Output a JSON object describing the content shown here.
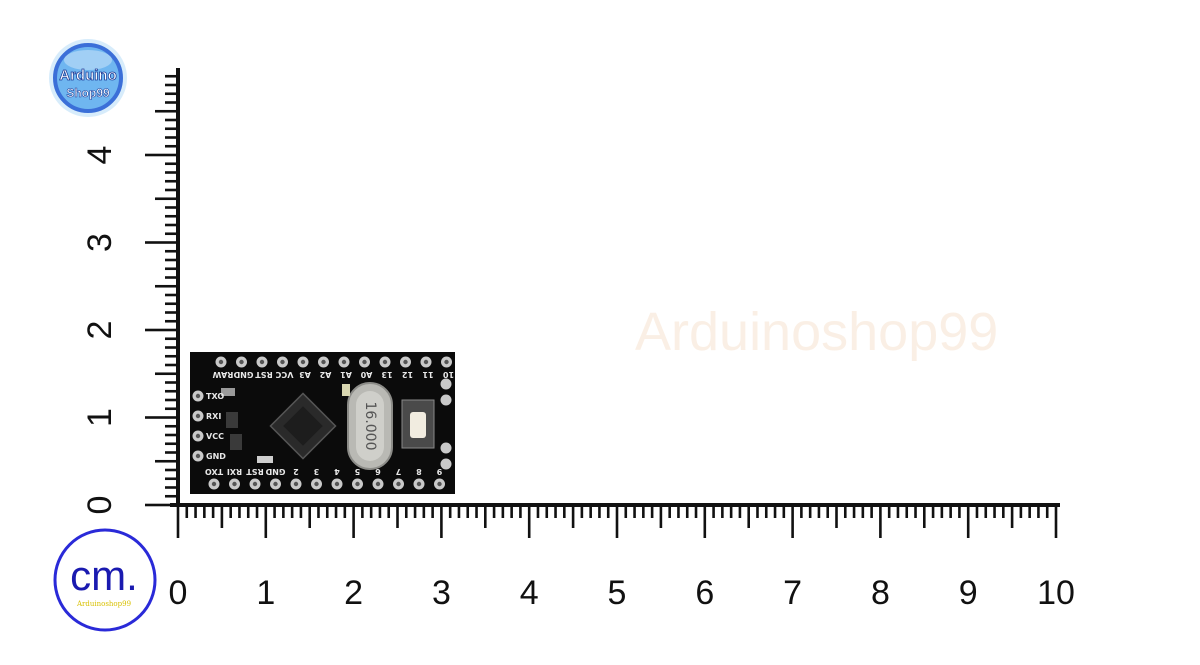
{
  "logo": {
    "line1": "Arduino",
    "line2": "Shop99",
    "colors": {
      "ring": "#3b6fd8",
      "fill": "#6fb6f0",
      "text": "#ffffff"
    }
  },
  "watermark": "Arduinoshop99",
  "unit_badge": {
    "text": "cm.",
    "subtext": "Arduinoshop99",
    "colors": {
      "ring": "#2a2ad8",
      "text": "#1a1ab0",
      "subtext": "#d8c000"
    }
  },
  "x_ruler": {
    "labels": [
      "0",
      "1",
      "2",
      "3",
      "4",
      "5",
      "6",
      "7",
      "8",
      "9",
      "10"
    ]
  },
  "y_ruler": {
    "labels": [
      "0",
      "1",
      "2",
      "3",
      "4"
    ]
  },
  "board": {
    "crystal_label": "16.000",
    "top_pins": [
      "RAW",
      "GND",
      "RST",
      "VCC",
      "A3",
      "A2",
      "A1",
      "A0",
      "13",
      "12",
      "11",
      "10"
    ],
    "bottom_pins": [
      "TXO",
      "RXI",
      "RST",
      "GND",
      "2",
      "3",
      "4",
      "5",
      "6",
      "7",
      "8",
      "9"
    ],
    "left_pins": [
      "TXO",
      "RXI",
      "VCC",
      "GND"
    ],
    "colors": {
      "pcb": "#0b0b0b",
      "pad": "#c9c9c9",
      "chip": "#2a2a2a",
      "crystal": "#b9b9b4",
      "button": "#f1ece0"
    }
  }
}
